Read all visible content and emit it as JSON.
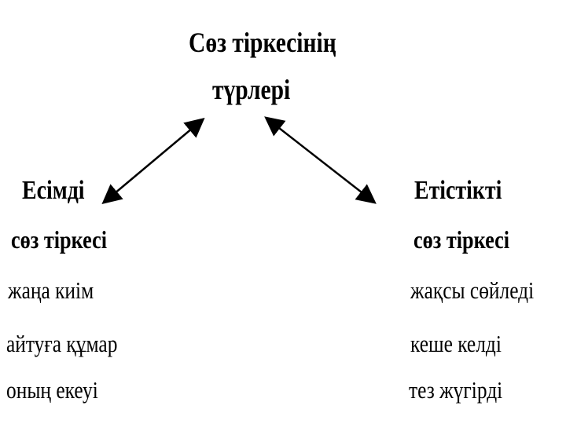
{
  "title": {
    "line1": "Сөз тіркесінің",
    "line2": "түрлері"
  },
  "left": {
    "heading": "Есімді",
    "subheading": "сөз тіркесі",
    "examples": [
      "жаңа киім",
      "айтуға құмар",
      "оның екеуі"
    ]
  },
  "right": {
    "heading": "Етістікті",
    "subheading": "сөз тіркесі",
    "examples": [
      "жақсы сөйледі",
      "кеше келді",
      "тез жүгірді"
    ]
  },
  "colors": {
    "text": "#000000",
    "arrow": "#000000",
    "background": "#ffffff"
  }
}
